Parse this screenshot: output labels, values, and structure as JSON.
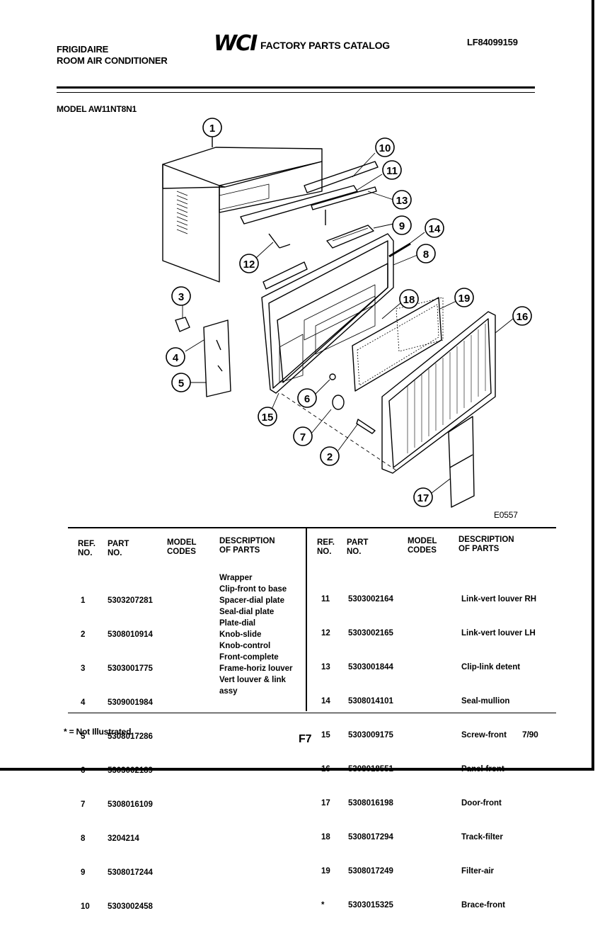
{
  "header": {
    "brand": "FRIGIDAIRE",
    "category": "ROOM AIR CONDITIONER",
    "logo": "WCI",
    "catalog_title": "FACTORY PARTS CATALOG",
    "catalog_number": "LF84099159",
    "model": "MODEL AW11NT8N1"
  },
  "diagram": {
    "code": "E0557",
    "callouts": [
      "1",
      "10",
      "11",
      "13",
      "9",
      "14",
      "8",
      "12",
      "3",
      "18",
      "19",
      "16",
      "4",
      "5",
      "6",
      "15",
      "7",
      "2",
      "17"
    ]
  },
  "table": {
    "headers": {
      "ref": "REF.",
      "ref2": "NO.",
      "part": "PART",
      "part2": "NO.",
      "model": "MODEL",
      "model2": "CODES",
      "desc": "DESCRIPTION",
      "desc2": "OF PARTS"
    },
    "left": [
      {
        "ref": "1",
        "part": "5303207281",
        "desc": "Wrapper"
      },
      {
        "ref": "2",
        "part": "5308010914",
        "desc": "Clip-front to base"
      },
      {
        "ref": "3",
        "part": "5303001775",
        "desc": "Spacer-dial plate"
      },
      {
        "ref": "4",
        "part": "5309001984",
        "desc": "Seal-dial plate"
      },
      {
        "ref": "5",
        "part": "5308017286",
        "desc": "Plate-dial"
      },
      {
        "ref": "6",
        "part": "5303002189",
        "desc": "Knob-slide"
      },
      {
        "ref": "7",
        "part": "5308016109",
        "desc": "Knob-control"
      },
      {
        "ref": "8",
        "part": "3204214",
        "desc": "Front-complete"
      },
      {
        "ref": "9",
        "part": "5308017244",
        "desc": "Frame-horiz louver"
      },
      {
        "ref": "10",
        "part": "5303002458",
        "desc": "Vert louver & link assy"
      }
    ],
    "right": [
      {
        "ref": "11",
        "part": "5303002164",
        "desc": "Link-vert louver RH"
      },
      {
        "ref": "12",
        "part": "5303002165",
        "desc": "Link-vert louver LH"
      },
      {
        "ref": "13",
        "part": "5303001844",
        "desc": "Clip-link detent"
      },
      {
        "ref": "14",
        "part": "5308014101",
        "desc": "Seal-mullion"
      },
      {
        "ref": "15",
        "part": "5303009175",
        "desc": "Screw-front"
      },
      {
        "ref": "16",
        "part": "5308018551",
        "desc": "Panel-front"
      },
      {
        "ref": "17",
        "part": "5308016198",
        "desc": "Door-front"
      },
      {
        "ref": "18",
        "part": "5308017294",
        "desc": "Track-filter"
      },
      {
        "ref": "19",
        "part": "5308017249",
        "desc": "Filter-air"
      },
      {
        "ref": "*",
        "part": "5303015325",
        "desc": "Brace-front"
      }
    ]
  },
  "footer": {
    "note": "* = Not Illustrated",
    "page": "F7",
    "date": "7/90"
  }
}
